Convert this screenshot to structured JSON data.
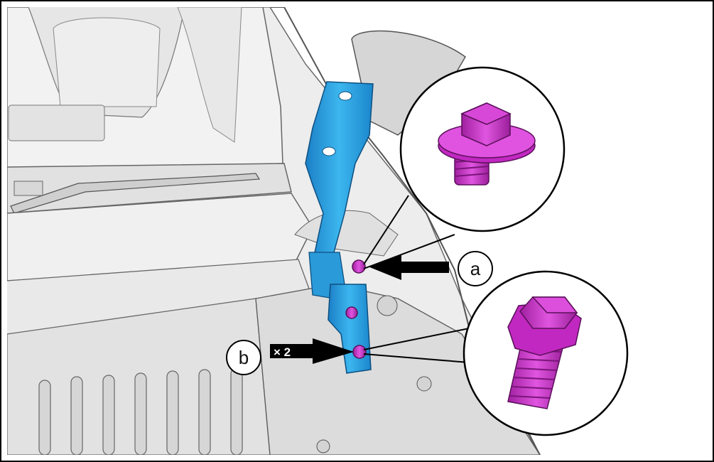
{
  "callouts": {
    "a": {
      "label": "a"
    },
    "b": {
      "label": "b",
      "quantity": "× 2"
    }
  },
  "colors": {
    "hinge": "#2fa9e6",
    "hinge_dark": "#1a7fc0",
    "bolt": "#cc33cc",
    "bolt_dark": "#8e1f8e",
    "body_line": "#5a5a5a",
    "body_fill": "#e4e4e4",
    "arrow": "#000000"
  }
}
